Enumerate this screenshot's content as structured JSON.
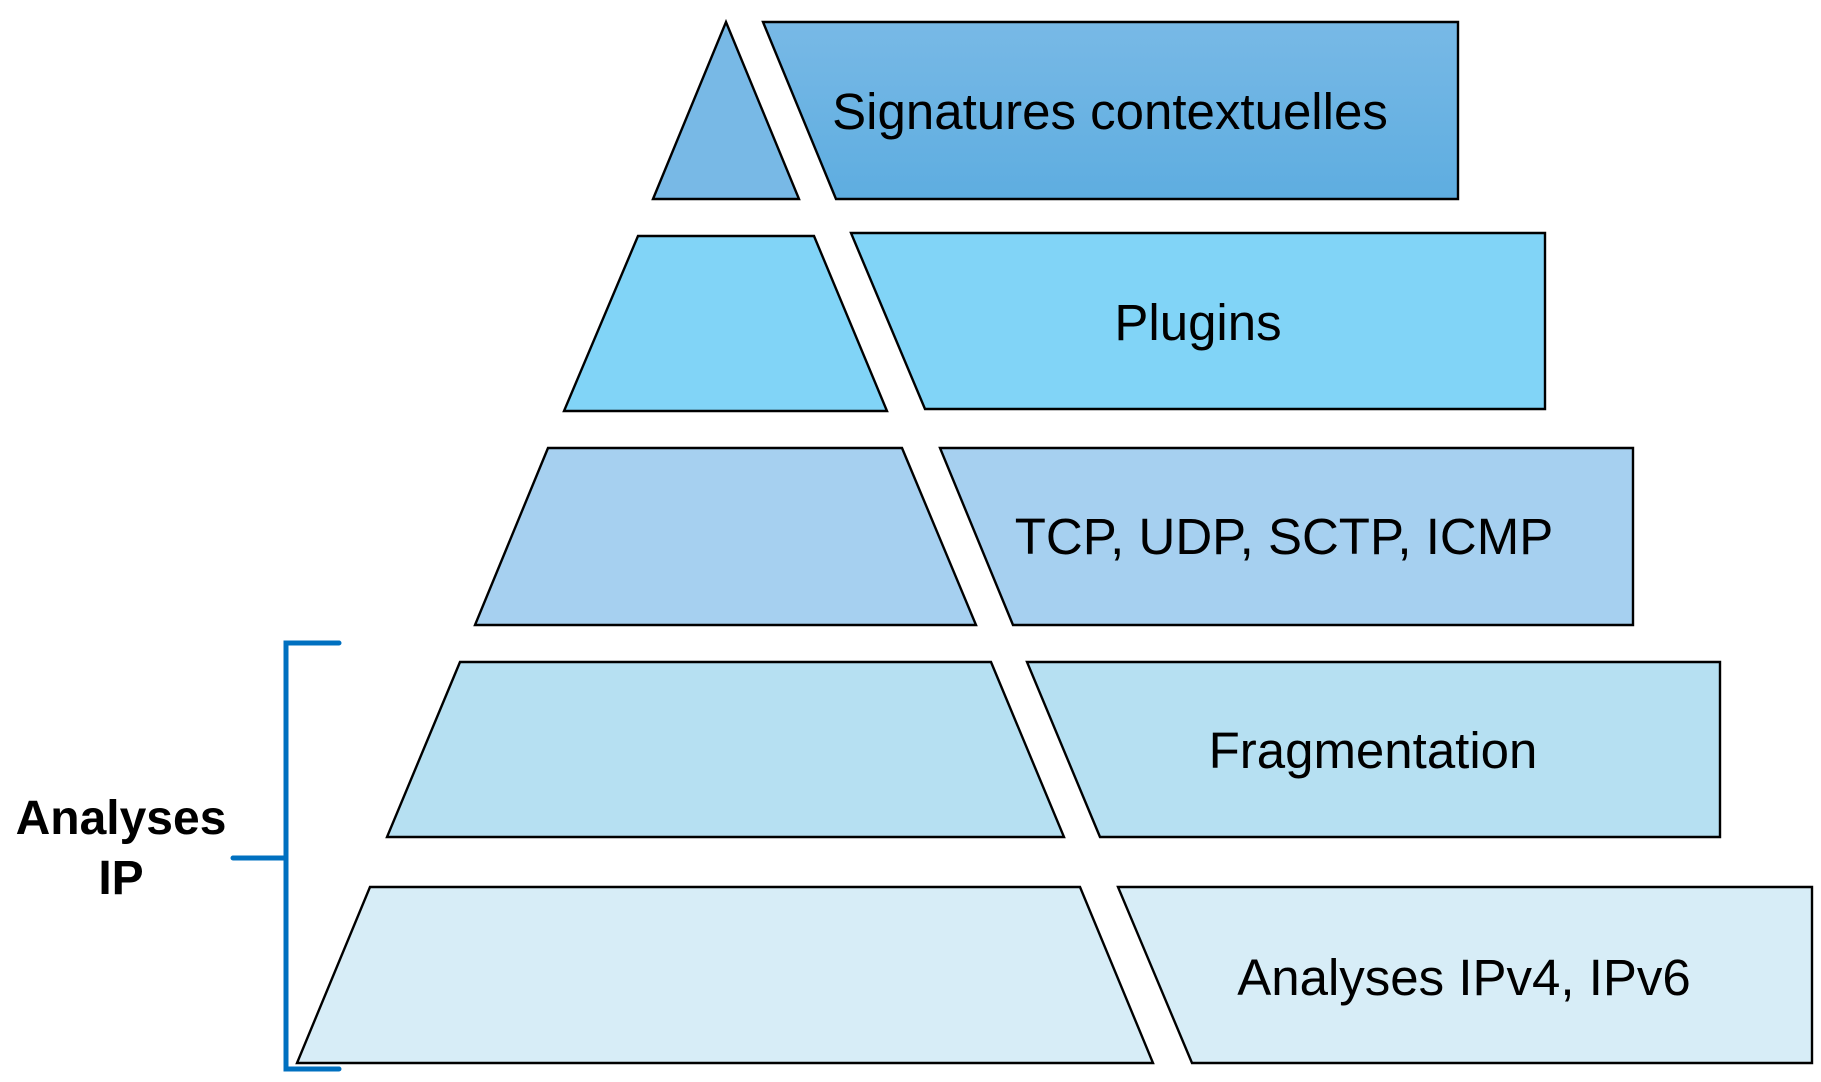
{
  "diagram": {
    "layers": [
      {
        "label": "Signatures contextuelles",
        "color": "#78B9E6",
        "color_bottom": "#5EADE0"
      },
      {
        "label": "Plugins",
        "color": "#81D4F7"
      },
      {
        "label": "TCP, UDP, SCTP, ICMP",
        "color": "#A6D0F0"
      },
      {
        "label": "Fragmentation",
        "color": "#B6E0F2"
      },
      {
        "label": "Analyses IPv4, IPv6",
        "color": "#D7EDF7"
      }
    ],
    "bracket": {
      "label_line1": "Analyses",
      "label_line2": "IP",
      "color": "#0070C0"
    }
  }
}
